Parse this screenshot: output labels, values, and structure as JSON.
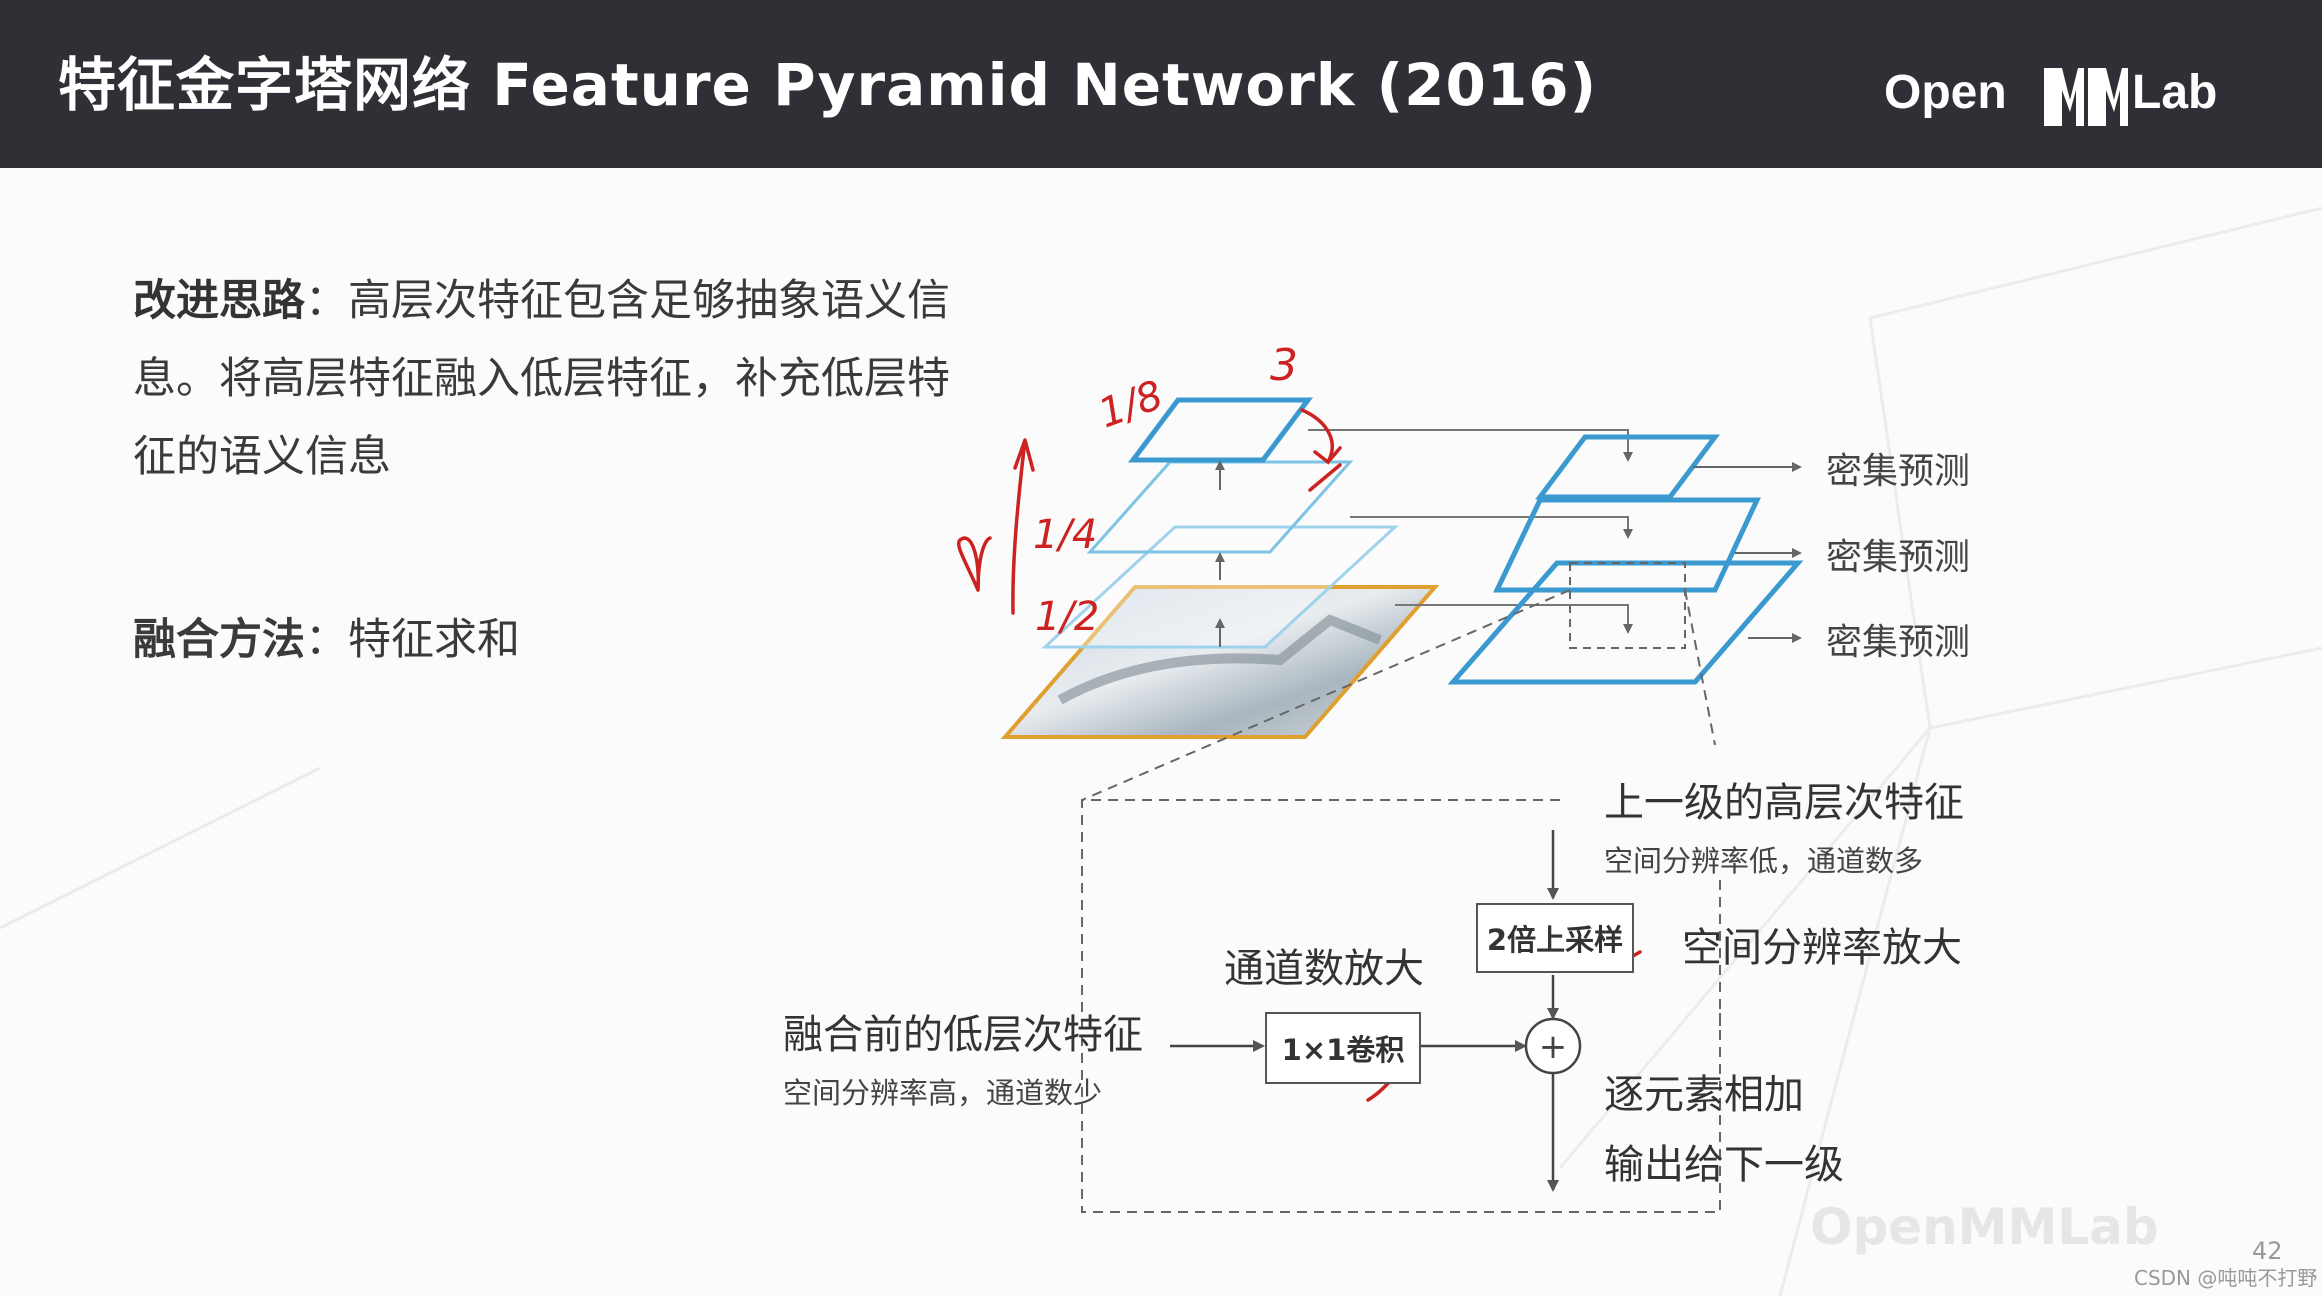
{
  "header": {
    "title": "特征金字塔网络 Feature Pyramid Network (2016)",
    "logo_left": "Open",
    "logo_right": "Lab"
  },
  "left_text": {
    "para1_head": "改进思路",
    "para1_body": "：高层次特征包含足够抽象语义信息。将高层特征融入低层特征，补充低层特征的语义信息",
    "para2_head": "融合方法",
    "para2_body": "：特征求和"
  },
  "pyramid": {
    "predictions": [
      "密集预测",
      "密集预测",
      "密集预测"
    ],
    "handwriting": [
      "3",
      "1/8",
      "1/4",
      "1/2"
    ]
  },
  "detail": {
    "top_label": "上一级的高层次特征",
    "top_sub": "空间分辨率低，通道数多",
    "upsample_box": "2倍上采样",
    "upsample_desc": "空间分辨率放大",
    "channel_label": "通道数放大",
    "conv_box": "1×1卷积",
    "low_label": "融合前的低层次特征",
    "low_sub": "空间分辨率高，通道数少",
    "plus_symbol": "+",
    "add_label": "逐元素相加",
    "output_label": "输出给下一级"
  },
  "footer": {
    "page_number": "42",
    "watermark": "CSDN @吨吨不打野",
    "bg_watermark": "OpenMMLab"
  },
  "colors": {
    "header_bg": "#2f3036",
    "pyramid_blue": "#3a9ad0",
    "light_blue": "#7cc3e4",
    "image_border": "#e0a030",
    "annotation_red": "#cc2222"
  }
}
